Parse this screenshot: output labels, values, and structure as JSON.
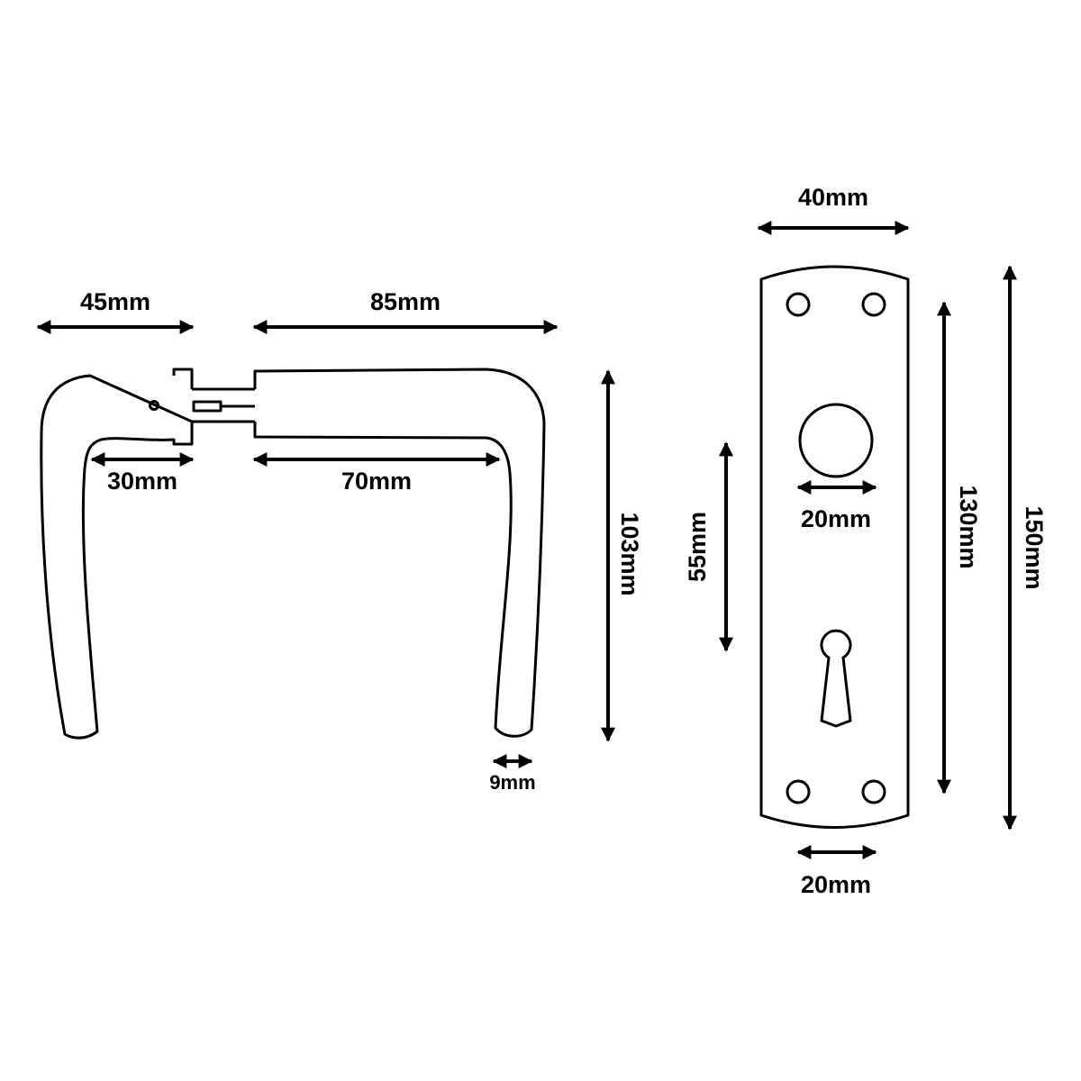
{
  "handle": {
    "labels": {
      "outer_back": "45mm",
      "outer_lever": "85mm",
      "inner_back": "30mm",
      "inner_lever": "70mm",
      "height": "103mm",
      "thickness": "9mm"
    }
  },
  "backplate": {
    "labels": {
      "width": "40mm",
      "spindle_hole": "20mm",
      "centres": "55mm",
      "hole_spacing": "130mm",
      "height": "150mm",
      "bottom_width": "20mm"
    }
  },
  "colors": {
    "line": "#000000",
    "background": "#ffffff"
  }
}
